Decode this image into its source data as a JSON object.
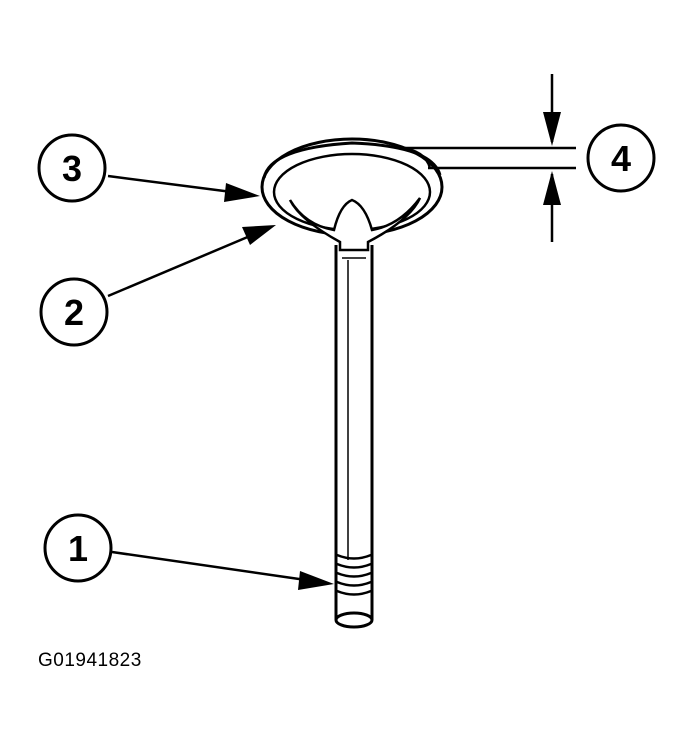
{
  "callouts": [
    {
      "label": "1"
    },
    {
      "label": "2"
    },
    {
      "label": "3"
    },
    {
      "label": "4"
    }
  ],
  "figure_id": "G01941823",
  "colors": {
    "ink": "#000000",
    "paper": "#ffffff"
  }
}
